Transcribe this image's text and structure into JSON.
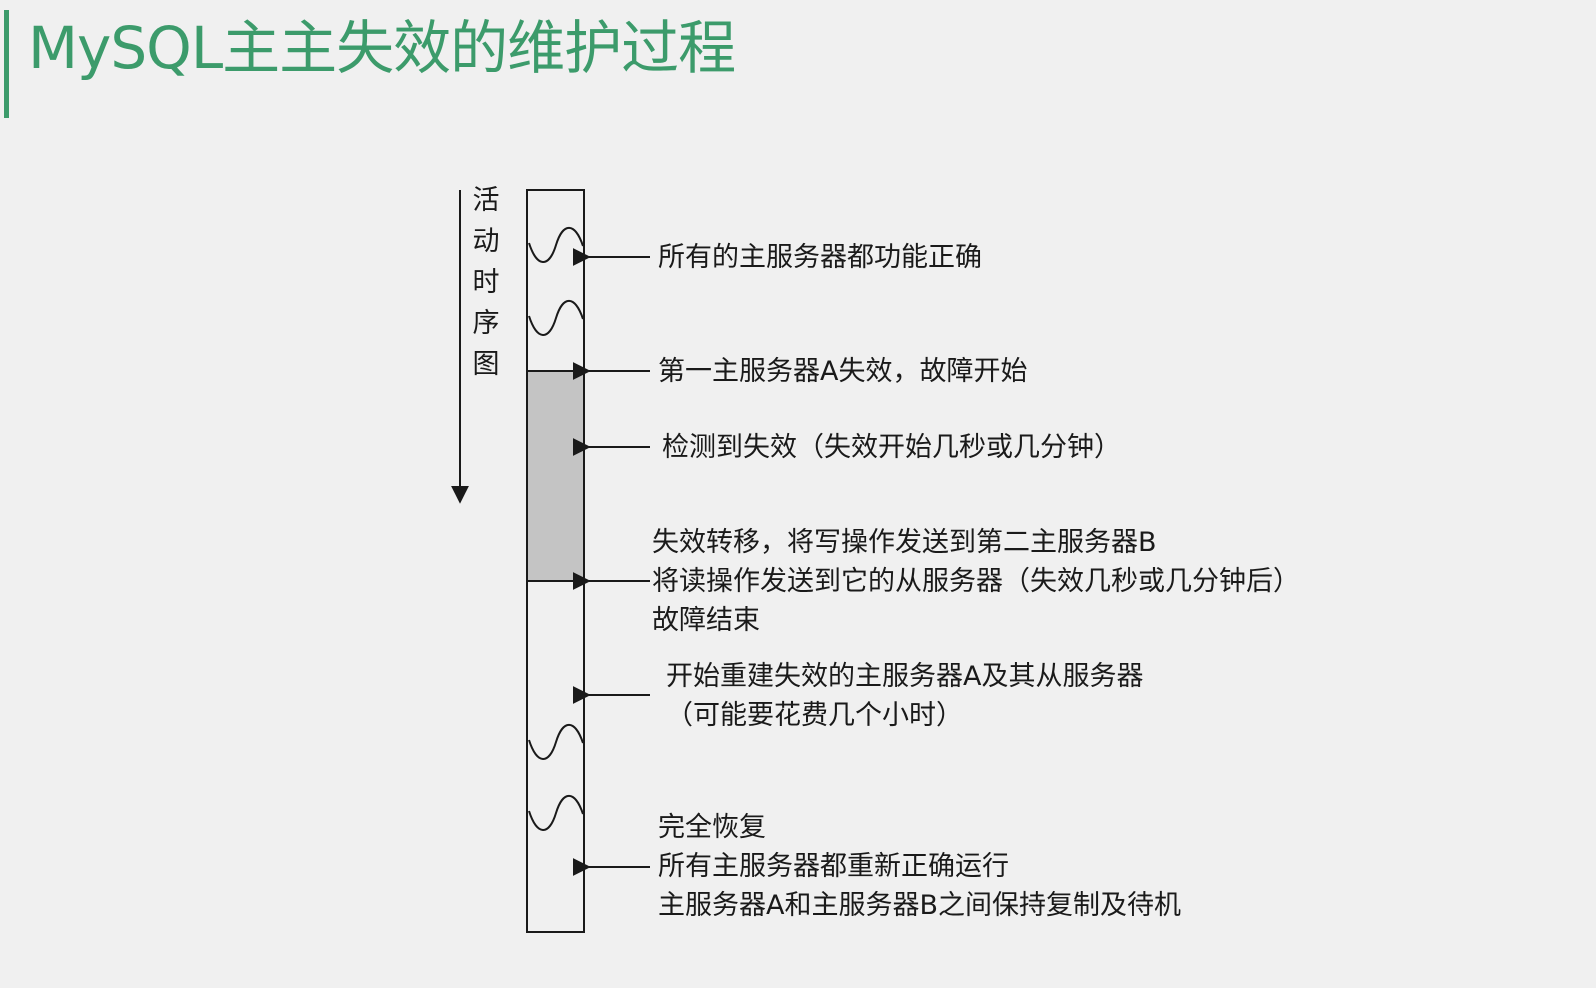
{
  "title": "MySQL主主失效的维护过程",
  "timeline_label": [
    "活",
    "动",
    "时",
    "序",
    "图"
  ],
  "events": [
    {
      "lines": [
        "所有的主服务器都功能正确"
      ]
    },
    {
      "lines": [
        "第一主服务器A失效，故障开始"
      ]
    },
    {
      "lines": [
        "检测到失效（失效开始几秒或几分钟）"
      ]
    },
    {
      "lines": [
        "失效转移，将写操作发送到第二主服务器B",
        "将读操作发送到它的从服务器（失效几秒或几分钟后）",
        "故障结束"
      ]
    },
    {
      "lines": [
        "开始重建失效的主服务器A及其从服务器",
        "（可能要花费几个小时）"
      ]
    },
    {
      "lines": [
        "完全恢复",
        "所有主服务器都重新正确运行",
        "主服务器A和主服务器B之间保持复制及待机"
      ]
    }
  ],
  "colors": {
    "title": "#3c9b6b",
    "outage_fill": "#c4c4c4",
    "line": "#1a1a1a",
    "background": "#f0f0f0"
  }
}
